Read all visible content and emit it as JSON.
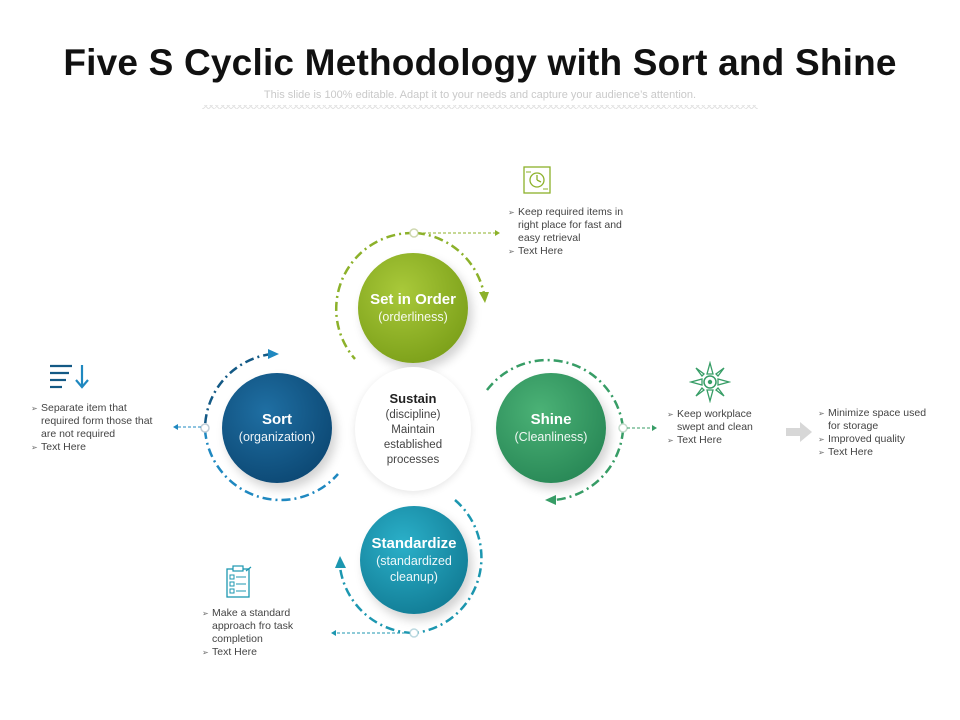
{
  "slide": {
    "title": "Five S Cyclic Methodology with Sort and Shine",
    "subtitle": "This slide is 100% editable. Adapt it to your needs and capture your audience’s attention."
  },
  "steps": {
    "set_in_order": {
      "name": "Set in Order",
      "meaning": "(orderliness)",
      "color": "#8cb12a",
      "bullets": [
        "Keep required items in right place for fast and easy retrieval",
        "Text Here"
      ]
    },
    "sort": {
      "name": "Sort",
      "meaning": "(organization)",
      "color": "#135985",
      "bullets": [
        "Separate item that required form those that are not required",
        "Text Here"
      ]
    },
    "shine": {
      "name": "Shine",
      "meaning": "(Cleanliness)",
      "color": "#379d66",
      "bullets": [
        "Keep workplace swept and clean",
        "Text Here"
      ],
      "extra_bullets": [
        "Minimize space used for storage",
        "Improved quality",
        "Text Here"
      ]
    },
    "standardize": {
      "name": "Standardize",
      "meaning": "(standardized cleanup)",
      "color": "#1c97b0",
      "bullets": [
        "Make a standard approach fro task completion",
        "Text Here"
      ]
    },
    "sustain": {
      "name": "Sustain",
      "meaning": "(discipline) Maintain established processes"
    }
  },
  "icons": {
    "set_in_order": "clock-board-icon",
    "sort": "sort-list-icon",
    "shine": "sun-icon",
    "standardize": "checklist-icon",
    "shine_arrow": "right-arrow-icon"
  }
}
